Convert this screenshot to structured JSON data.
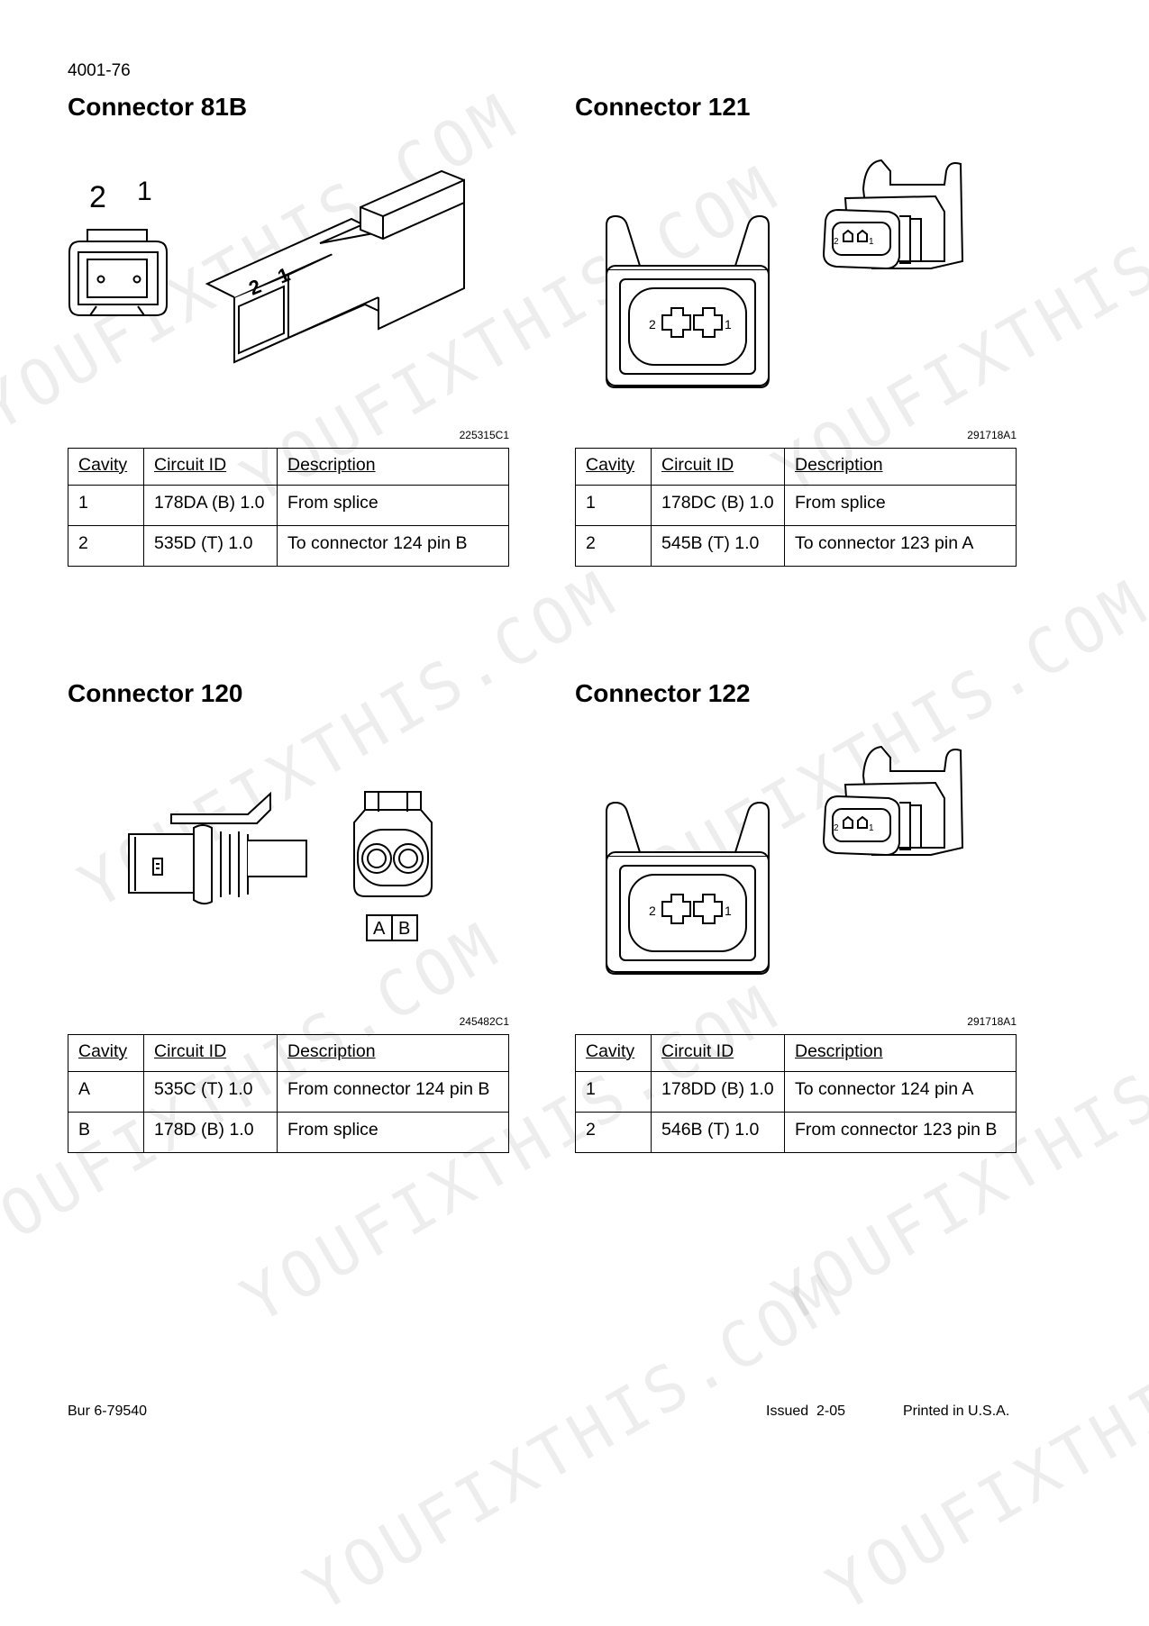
{
  "page_number": "4001-76",
  "sections": [
    {
      "title": "Connector 81B",
      "figure_id": "225315C1",
      "labels": [
        "2",
        "1",
        "2",
        "1"
      ],
      "table": {
        "headers": [
          "Cavity",
          "Circuit ID",
          "Description"
        ],
        "rows": [
          [
            "1",
            "178DA (B) 1.0",
            "From splice"
          ],
          [
            "2",
            "535D (T) 1.0",
            "To connector 124 pin B"
          ]
        ]
      }
    },
    {
      "title": "Connector 121",
      "figure_id": "291718A1",
      "labels": [
        "2",
        "1",
        "2",
        "1"
      ],
      "table": {
        "headers": [
          "Cavity",
          "Circuit ID",
          "Description"
        ],
        "rows": [
          [
            "1",
            "178DC (B) 1.0",
            "From splice"
          ],
          [
            "2",
            "545B (T) 1.0",
            "To connector 123 pin A"
          ]
        ]
      }
    },
    {
      "title": "Connector 120",
      "figure_id": "245482C1",
      "labels": [
        "A",
        "B"
      ],
      "table": {
        "headers": [
          "Cavity",
          "Circuit ID",
          "Description"
        ],
        "rows": [
          [
            "A",
            "535C (T) 1.0",
            "From connector 124 pin B"
          ],
          [
            "B",
            "178D (B) 1.0",
            "From splice"
          ]
        ]
      }
    },
    {
      "title": "Connector 122",
      "figure_id": "291718A1",
      "labels": [
        "2",
        "1",
        "2",
        "1"
      ],
      "table": {
        "headers": [
          "Cavity",
          "Circuit ID",
          "Description"
        ],
        "rows": [
          [
            "1",
            "178DD (B) 1.0",
            "To connector 124 pin A"
          ],
          [
            "2",
            "546B (T) 1.0",
            "From connector 123 pin B"
          ]
        ]
      }
    }
  ],
  "footer": {
    "left": "Bur 6-79540",
    "issued": "Issued  2-05",
    "printed": "Printed in U.S.A."
  },
  "watermark": "YOUFIXTHIS.COM"
}
